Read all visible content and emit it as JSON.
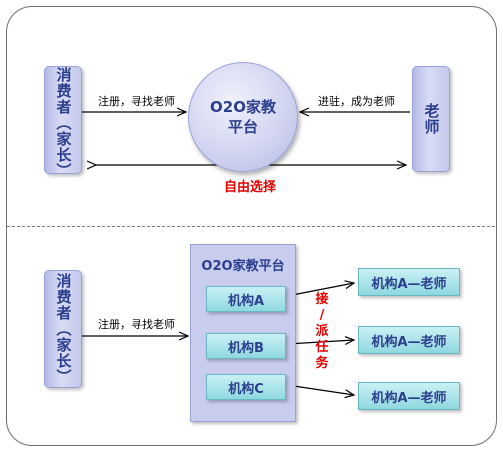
{
  "top": {
    "consumer": "消费者（家长）",
    "teacher": "老师",
    "platform_line1": "O2O家教",
    "platform_line2": "平台",
    "left_label": "注册，寻找老师",
    "right_label": "进驻，成为老师",
    "free_choice": "自由选择"
  },
  "bottom": {
    "consumer": "消费者（家长）",
    "left_label": "注册，寻找老师",
    "platform_title": "O2O家教平台",
    "institutions": [
      "机构A",
      "机构B",
      "机构C"
    ],
    "teachers": [
      "机构A—老师",
      "机构A—老师",
      "机构A—老师"
    ],
    "task_label": [
      "接",
      "/",
      "派",
      "任",
      "务"
    ]
  }
}
